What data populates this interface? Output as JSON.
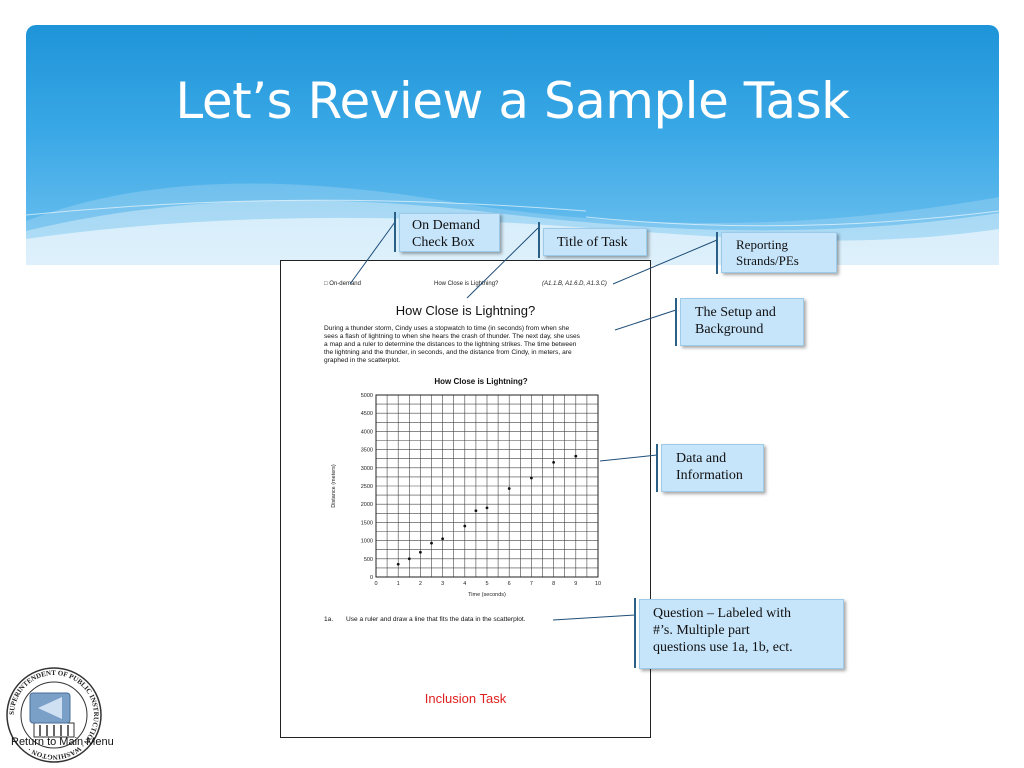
{
  "slide": {
    "title": "Let’s Review a Sample Task",
    "accent_color": "#1e94d8"
  },
  "document": {
    "on_demand": "□ On-demand",
    "header_title": "How Close is Lightning?",
    "strands": "(A1.1.B, A1.6.D, A1.3.C)",
    "title": "How Close is Lightning?",
    "setup_lines": [
      "During a thunder storm, Cindy uses a stopwatch to time (in seconds) from when she",
      "sees a flash of lightning to when she hears the crash of thunder. The next day, she uses",
      "a map and a ruler to determine the distances to the lightning strikes.  The time between",
      "the lightning and the thunder, in seconds, and the distance from Cindy, in meters, are",
      "graphed in the scatterplot."
    ],
    "question_number": "1a.",
    "question_text": "Use a ruler and draw a line that fits the data in the scatterplot.",
    "footer": "Inclusion Task",
    "footer_color": "#e02020"
  },
  "chart_data": {
    "type": "scatter",
    "title": "How Close is Lightning?",
    "xlabel": "Time (seconds)",
    "ylabel": "Distance (meters)",
    "xlim": [
      0,
      10
    ],
    "ylim": [
      0,
      5000
    ],
    "grid": true,
    "x_ticks": [
      "0",
      "1",
      "2",
      "3",
      "4",
      "5",
      "6",
      "7",
      "8",
      "9",
      "10"
    ],
    "y_ticks": [
      "0",
      "500",
      "1000",
      "1500",
      "2000",
      "2500",
      "3000",
      "3500",
      "4000",
      "4500",
      "5000"
    ],
    "points": [
      {
        "x": 1,
        "y": 350
      },
      {
        "x": 1.5,
        "y": 500
      },
      {
        "x": 2,
        "y": 680
      },
      {
        "x": 2.5,
        "y": 930
      },
      {
        "x": 3,
        "y": 1050
      },
      {
        "x": 4,
        "y": 1400
      },
      {
        "x": 4.5,
        "y": 1820
      },
      {
        "x": 5,
        "y": 1900
      },
      {
        "x": 6,
        "y": 2430
      },
      {
        "x": 7,
        "y": 2720
      },
      {
        "x": 8,
        "y": 3150
      },
      {
        "x": 9,
        "y": 3320
      }
    ]
  },
  "callouts": {
    "on_demand": [
      "On Demand",
      "Check Box"
    ],
    "title_of_task": "Title of Task",
    "reporting": [
      "Reporting",
      "Strands/PEs"
    ],
    "setup": [
      "The Setup and",
      "Background"
    ],
    "data": [
      "Data and",
      "Information"
    ],
    "question": [
      "Question – Labeled with",
      "#’s. Multiple part",
      "questions use 1a, 1b, ect."
    ]
  },
  "nav": {
    "return_label": "Return to Main Menu",
    "seal_ring_text": "SUPERINTENDENT OF PUBLIC INSTRUCTION · WASHINGTON ·",
    "back_icon": "triangle-left-icon"
  }
}
